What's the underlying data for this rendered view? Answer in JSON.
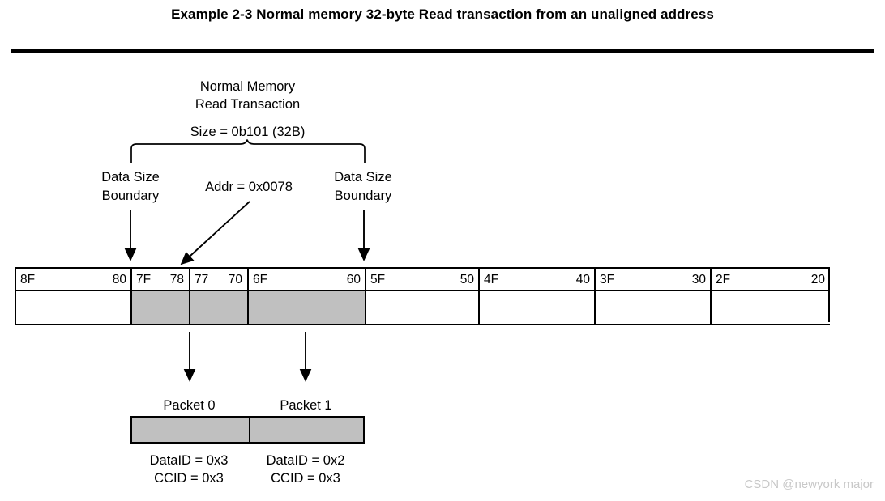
{
  "title": "Example 2-3 Normal memory 32-byte Read transaction from an unaligned address",
  "transaction": {
    "line1": "Normal Memory",
    "line2": "Read Transaction",
    "size_line": "Size = 0b101 (32B)",
    "addr_label": "Addr = 0x0078",
    "boundary_left_line1": "Data Size",
    "boundary_left_line2": "Boundary",
    "boundary_right_line1": "Data Size",
    "boundary_right_line2": "Boundary"
  },
  "memory_map": {
    "cells": [
      {
        "hi": "8F",
        "lo": "80",
        "shaded": false,
        "width": 143,
        "half": false
      },
      {
        "hi": "7F",
        "lo": "78",
        "shaded": true,
        "width": 72,
        "half": true
      },
      {
        "hi": "77",
        "lo": "70",
        "shaded": true,
        "width": 72,
        "half": true
      },
      {
        "hi": "6F",
        "lo": "60",
        "shaded": true,
        "width": 145,
        "half": false
      },
      {
        "hi": "5F",
        "lo": "50",
        "shaded": false,
        "width": 140,
        "half": false
      },
      {
        "hi": "4F",
        "lo": "40",
        "shaded": false,
        "width": 143,
        "half": false
      },
      {
        "hi": "3F",
        "lo": "30",
        "shaded": false,
        "width": 143,
        "half": false
      },
      {
        "hi": "2F",
        "lo": "20",
        "shaded": false,
        "width": 147,
        "half": false
      }
    ]
  },
  "packets": [
    {
      "title": "Packet 0",
      "data_id": "DataID = 0x3",
      "ccid": "CCID = 0x3"
    },
    {
      "title": "Packet 1",
      "data_id": "DataID = 0x2",
      "ccid": "CCID = 0x3"
    }
  ],
  "watermark": "CSDN @newyork major",
  "colors": {
    "shaded_fill": "#c0c0c0",
    "stroke": "#000000",
    "watermark": "#c8c8c8"
  }
}
